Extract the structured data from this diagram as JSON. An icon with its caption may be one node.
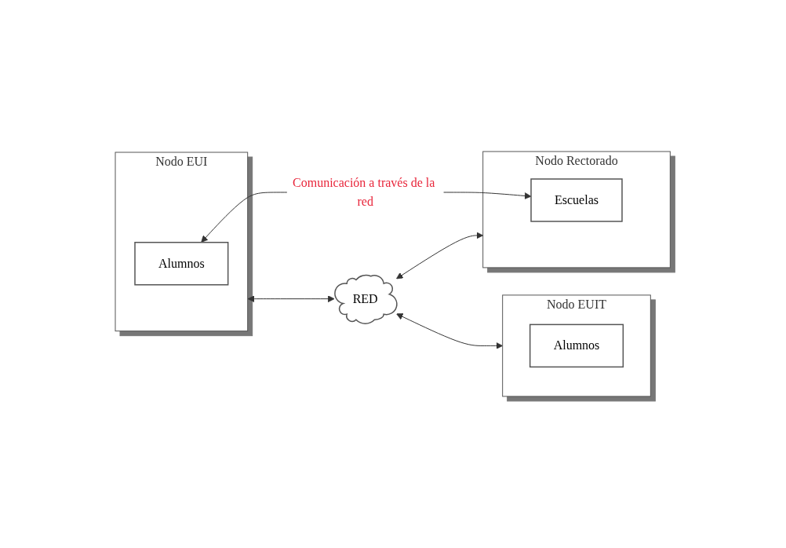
{
  "diagram": {
    "nodes": [
      {
        "text": [
          "Nodo EUI"
        ]
      },
      {
        "text": [
          "Alumnos"
        ],
        "in": 0
      },
      {
        "text": [
          "RED"
        ]
      },
      {
        "text": [
          "Nodo EUIT"
        ]
      },
      {
        "text": [
          "Alumnos"
        ],
        "in": 3
      },
      {
        "text": [
          "Nodo Rectorado"
        ]
      },
      {
        "text": [
          "Escuelas"
        ],
        "in": 5
      }
    ],
    "edges": [
      {
        "from": 0,
        "to": 2,
        "arrow": "both"
      },
      {
        "from": 2,
        "to": 3,
        "arrow": "both"
      },
      {
        "from": 2,
        "to": 5,
        "arrow": "both"
      },
      {
        "from": 1,
        "to": 6,
        "arrow": "both",
        "label": "Comunicación a través de la red"
      }
    ]
  }
}
